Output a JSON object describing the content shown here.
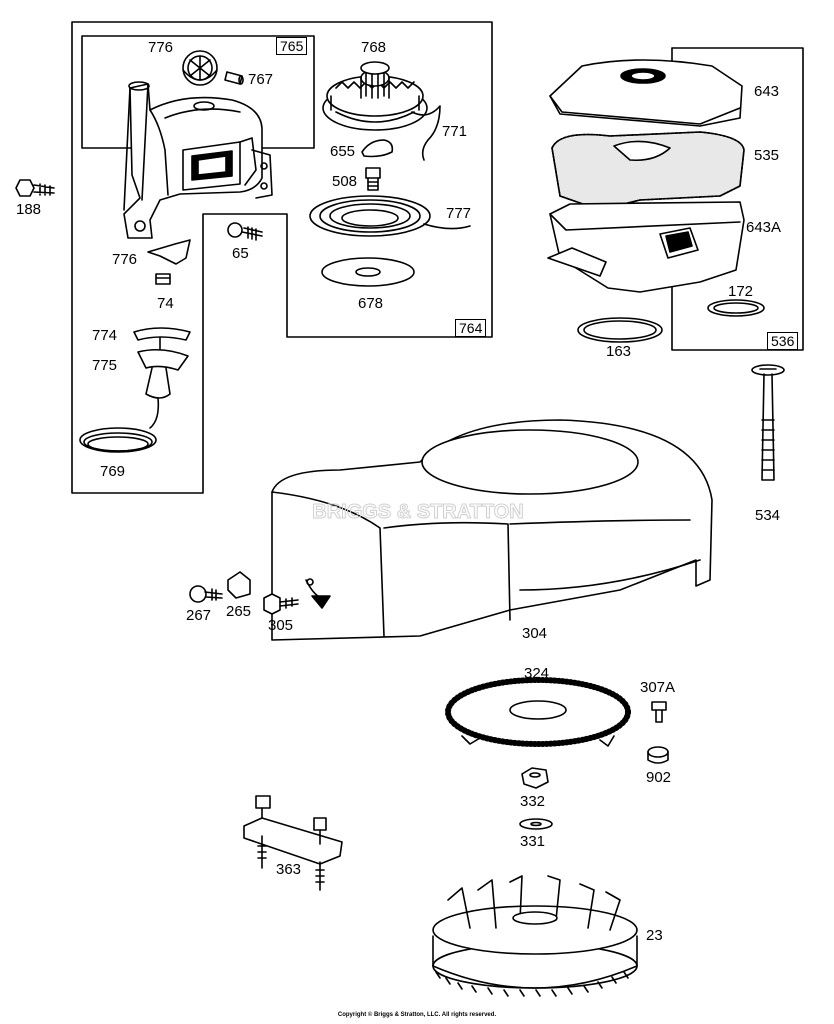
{
  "parts": {
    "p776a": "776",
    "p767": "767",
    "p768": "768",
    "p771": "771",
    "p655": "655",
    "p508": "508",
    "p777": "777",
    "p65": "65",
    "p678": "678",
    "p188": "188",
    "p776b": "776",
    "p74": "74",
    "p774": "774",
    "p775": "775",
    "p769": "769",
    "p643": "643",
    "p535": "535",
    "p643a": "643A",
    "p172": "172",
    "p163": "163",
    "p534": "534",
    "p304": "304",
    "p267": "267",
    "p265": "265",
    "p305": "305",
    "p324": "324",
    "p307a": "307A",
    "p902": "902",
    "p332": "332",
    "p331": "331",
    "p363": "363",
    "p23": "23"
  },
  "boxes": {
    "b765": "765",
    "b764": "764",
    "b536": "536"
  },
  "housing_logo": "BRIGGS & STRATTON",
  "copyright": "Copyright © Briggs & Stratton, LLC. All rights reserved.",
  "colors": {
    "line": "#000000",
    "paper": "#ffffff",
    "logo": "#cfcfcf"
  }
}
